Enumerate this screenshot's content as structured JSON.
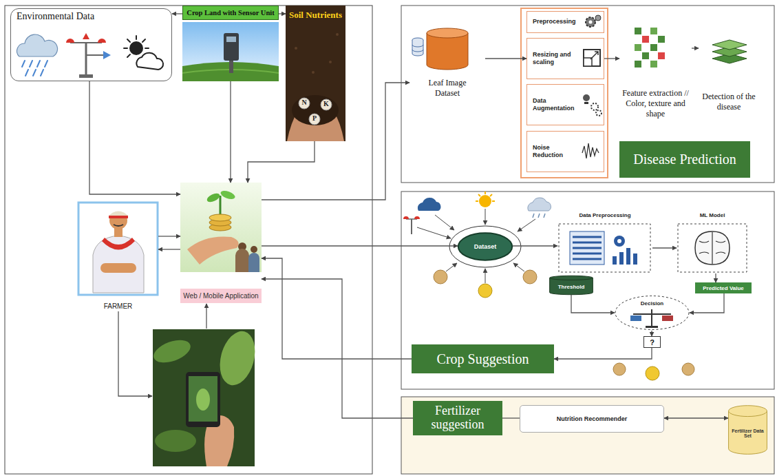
{
  "diagram": {
    "nodes": [
      {
        "text": [
          "Environmental Data"
        ]
      },
      {
        "text": [
          "Crop Land with Sensor Unit"
        ]
      },
      {
        "text": [
          "Soil Nutrients"
        ]
      },
      {
        "text": [
          "FARMER"
        ]
      },
      {
        "text": [
          "Web / Mobile Application"
        ]
      },
      {
        "text": [
          "Leaf Image Dataset"
        ]
      },
      {
        "text": [
          "Preprocessing"
        ]
      },
      {
        "text": [
          "Resizing and scaling"
        ]
      },
      {
        "text": [
          "Data Augmentation"
        ]
      },
      {
        "text": [
          "Noise Reduction"
        ]
      },
      {
        "text": [
          "Feature extraction // Color, texture and shape"
        ]
      },
      {
        "text": [
          "Detection of the disease"
        ]
      },
      {
        "text": [
          "Disease Prediction"
        ]
      },
      {
        "text": [
          "Dataset"
        ]
      },
      {
        "text": [
          "Data Preprocessing"
        ]
      },
      {
        "text": [
          "ML Model"
        ]
      },
      {
        "text": [
          "Threshold"
        ]
      },
      {
        "text": [
          "Predicted Value"
        ]
      },
      {
        "text": [
          "Decision"
        ]
      },
      {
        "text": [
          "?"
        ]
      },
      {
        "text": [
          "Crop Suggestion"
        ]
      },
      {
        "text": [
          "Fertilizer suggestion"
        ]
      },
      {
        "text": [
          "Nutrition Recommender"
        ]
      },
      {
        "text": [
          "Fertilizer Data Set"
        ]
      }
    ],
    "edges": [
      {
        "from": 1,
        "to": 0,
        "arrow": "to"
      },
      {
        "from": 1,
        "to": 2,
        "arrow": "to"
      },
      {
        "from": 0,
        "to": 4,
        "arrow": "to"
      },
      {
        "from": 1,
        "to": 4,
        "arrow": "to"
      },
      {
        "from": 2,
        "to": 4,
        "arrow": "to"
      },
      {
        "from": 3,
        "to": 4,
        "arrow": "to"
      },
      {
        "from": 4,
        "to": 3,
        "arrow": "to"
      },
      {
        "from": 4,
        "to": 5,
        "arrow": "to"
      },
      {
        "from": 5,
        "to": 7,
        "arrow": "to"
      },
      {
        "from": 7,
        "to": 10,
        "arrow": "to"
      },
      {
        "from": 10,
        "to": 11,
        "arrow": "to"
      },
      {
        "from": 4,
        "to": 13,
        "arrow": "to"
      },
      {
        "from": 13,
        "to": 14,
        "arrow": "to"
      },
      {
        "from": 14,
        "to": 15,
        "arrow": "to"
      },
      {
        "from": 15,
        "to": 17,
        "arrow": "to"
      },
      {
        "from": 16,
        "to": 18,
        "arrow": "to"
      },
      {
        "from": 17,
        "to": 18,
        "arrow": "to"
      },
      {
        "from": 18,
        "to": 19,
        "arrow": "to"
      },
      {
        "from": 19,
        "to": 20,
        "arrow": "to"
      },
      {
        "from": 20,
        "to": 4,
        "arrow": "to"
      },
      {
        "from": 21,
        "to": 4,
        "arrow": "to"
      },
      {
        "from": 21,
        "to": 22,
        "arrow": "none"
      },
      {
        "from": 22,
        "to": 23,
        "arrow": "both"
      }
    ],
    "labels": [
      "N",
      "K",
      "P"
    ]
  }
}
